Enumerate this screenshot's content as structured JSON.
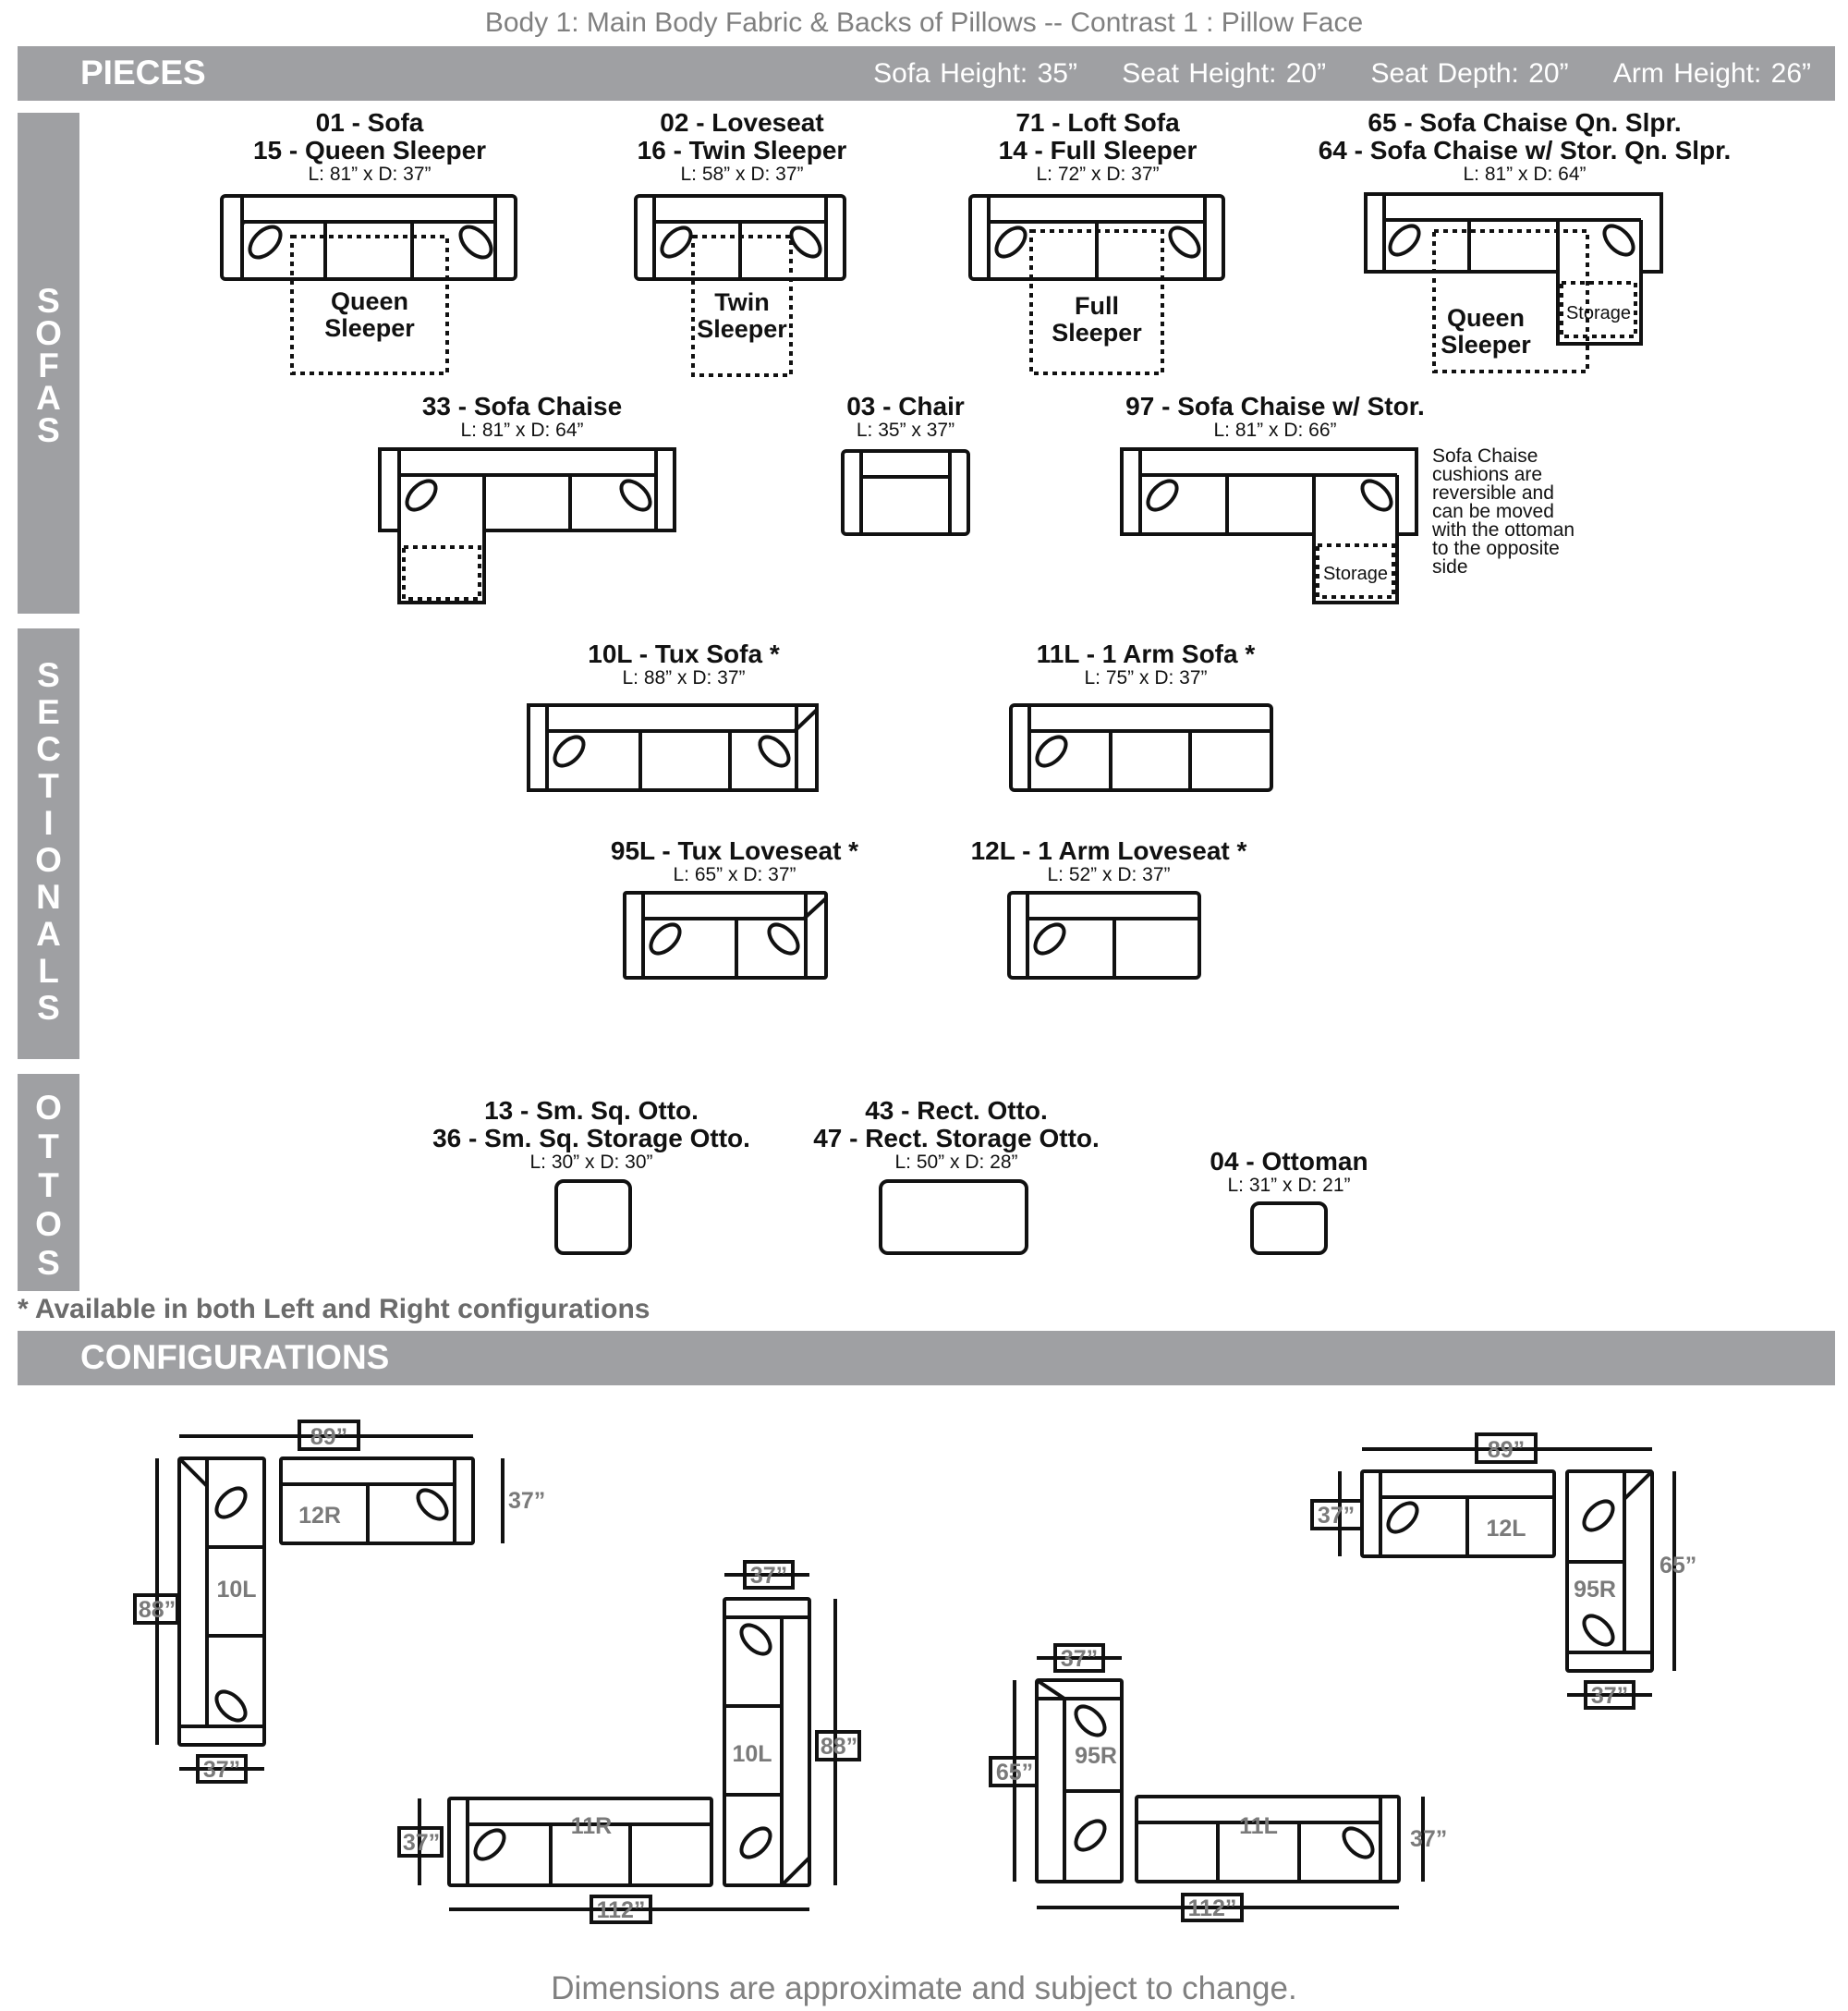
{
  "fabric_note": "Body 1: Main Body Fabric & Backs of Pillows --  Contrast 1 : Pillow Face",
  "pieces_header": {
    "title": "PIECES",
    "specs": [
      "Sofa Height: 35”",
      "Seat Height: 20”",
      "Seat Depth: 20”",
      "Arm Height: 26”"
    ]
  },
  "side_labels": {
    "sofas": [
      "S",
      "O",
      "F",
      "A",
      "S"
    ],
    "sectionals": [
      "S",
      "E",
      "C",
      "T",
      "I",
      "O",
      "N",
      "A",
      "L",
      "S"
    ],
    "ottos": [
      "O",
      "T",
      "T",
      "O",
      "S"
    ]
  },
  "sofas": [
    {
      "lines": [
        "01 - Sofa",
        "15 - Queen Sleeper"
      ],
      "dims": "L: 81” x D: 37”",
      "sleeper": [
        "Queen",
        "Sleeper"
      ]
    },
    {
      "lines": [
        "02 - Loveseat",
        "16 - Twin Sleeper"
      ],
      "dims": "L: 58” x D: 37”",
      "sleeper": [
        "Twin",
        "Sleeper"
      ]
    },
    {
      "lines": [
        "71 - Loft Sofa",
        "14 - Full Sleeper"
      ],
      "dims": "L: 72” x D: 37”",
      "sleeper": [
        "Full",
        "Sleeper"
      ]
    },
    {
      "lines": [
        "65 - Sofa Chaise Qn. Slpr.",
        "64 - Sofa Chaise w/ Stor. Qn. Slpr."
      ],
      "dims": "L: 81” x D: 64”",
      "sleeper": [
        "Queen",
        "Sleeper"
      ],
      "storage": "Storage"
    },
    {
      "lines": [
        "33 - Sofa Chaise"
      ],
      "dims": "L: 81” x D: 64”"
    },
    {
      "lines": [
        "03 - Chair"
      ],
      "dims": "L: 35” x 37”"
    },
    {
      "lines": [
        "97 - Sofa Chaise w/ Stor."
      ],
      "dims": "L: 81” x D: 66”",
      "storage": "Storage",
      "note": [
        "Sofa Chaise",
        "cushions are",
        "reversible and",
        "can be moved",
        "with the ottoman",
        "to the opposite",
        "side"
      ]
    }
  ],
  "sectionals": [
    {
      "label": "10L - Tux Sofa *",
      "dims": "L: 88” x D: 37”"
    },
    {
      "label": "11L - 1 Arm Sofa *",
      "dims": "L: 75” x D: 37”"
    },
    {
      "label": "95L - Tux Loveseat *",
      "dims": "L: 65” x D: 37”"
    },
    {
      "label": "12L - 1 Arm Loveseat *",
      "dims": "L: 52” x D: 37”"
    }
  ],
  "ottomans": [
    {
      "lines": [
        "13 - Sm. Sq. Otto.",
        "36 - Sm. Sq. Storage Otto."
      ],
      "dims": "L: 30” x D: 30”"
    },
    {
      "lines": [
        "43 - Rect. Otto.",
        "47 - Rect. Storage Otto."
      ],
      "dims": "L: 50” x D: 28”"
    },
    {
      "lines": [
        "04 - Ottoman"
      ],
      "dims": "L: 31” x D: 21”"
    }
  ],
  "availability_note": "* Available in both Left and Right configurations",
  "configurations_header": "CONFIGURATIONS",
  "configurations": [
    {
      "pieces": [
        "12R",
        "10L"
      ],
      "dims": [
        "89”",
        "37”",
        "88”",
        "37”"
      ]
    },
    {
      "pieces": [
        "10L",
        "11R"
      ],
      "dims": [
        "37”",
        "88”",
        "37”",
        "112”"
      ]
    },
    {
      "pieces": [
        "12L",
        "95R"
      ],
      "dims": [
        "89”",
        "37”",
        "65”",
        "37”"
      ]
    },
    {
      "pieces": [
        "95R",
        "11L"
      ],
      "dims": [
        "37”",
        "65”",
        "37”",
        "112”"
      ]
    }
  ],
  "footer": "Dimensions are approximate and subject to change."
}
